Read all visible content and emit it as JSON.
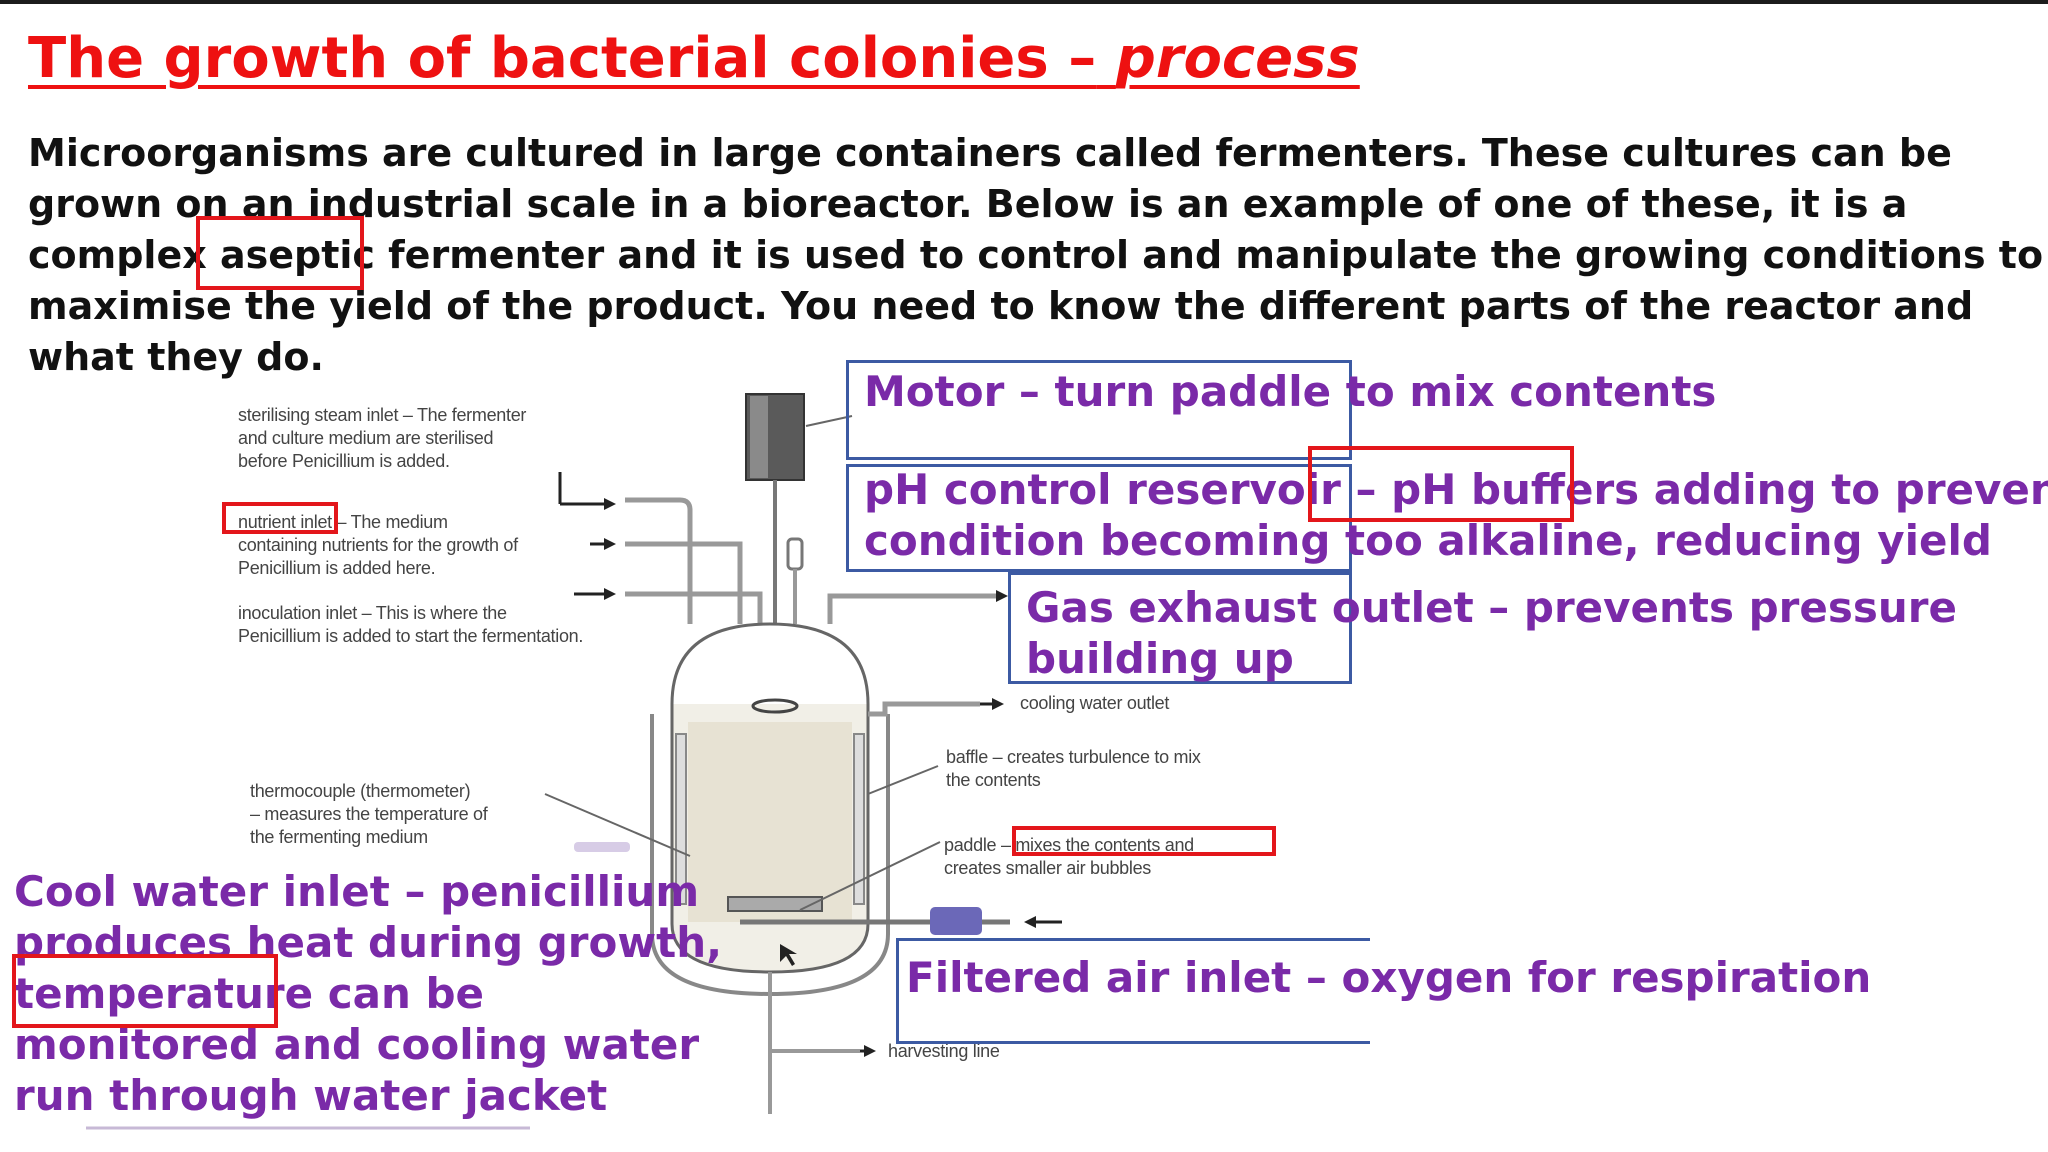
{
  "title": {
    "main": "The growth of bacterial colonies –",
    "emphasis": "process"
  },
  "intro": {
    "line1": "Microorganisms are cultured in large containers called fermenters. These cultures can be",
    "line2": "grown on an industrial scale in a bioreactor. Below is an example of one of these, it is a",
    "line3_before": "complex ",
    "line3_keyword": "aseptic",
    "line3_after": " fermenter and it is used to control and manipulate the growing conditions to",
    "line4": "maximise the yield of the product. You need to know the different parts of the reactor and",
    "line5": "what they do."
  },
  "diagram_labels": {
    "steam_inlet": [
      "sterilising steam inlet – The fermenter",
      "and culture medium are sterilised",
      "before Penicillium is added."
    ],
    "nutrient_inlet": [
      "nutrient inlet – The medium",
      "containing nutrients for the growth of",
      "Penicillium is added here."
    ],
    "inoculation_inlet": [
      "inoculation inlet – This is where the",
      "Penicillium is added to start the fermentation."
    ],
    "thermocouple": [
      "thermocouple (thermometer)",
      "– measures the temperature of",
      "the fermenting medium"
    ],
    "cooling_outlet": "cooling water outlet",
    "baffle": [
      "baffle – creates turbulence to mix",
      "the contents"
    ],
    "paddle": [
      "paddle – mixes the contents and",
      "creates smaller air bubbles"
    ],
    "harvesting": "harvesting line"
  },
  "annotations": {
    "motor": "Motor – turn paddle to mix contents",
    "ph_line1": "pH control reservoir – pH buffers adding to prevent",
    "ph_line2": "condition becoming too alkaline, reducing yield",
    "gas_line1": "Gas exhaust outlet – prevents pressure",
    "gas_line2": "building up",
    "air": "Filtered air inlet – oxygen for respiration",
    "cool_line1": "Cool water inlet – penicillium",
    "cool_line2": "produces heat during growth,",
    "cool_line3": "temperature can be",
    "cool_line4": "monitored and cooling water",
    "cool_line5": "run through water jacket"
  },
  "colors": {
    "title": "#ee1111",
    "annotation": "#7a2aa8",
    "highlight_box": "#e3161b",
    "label_box": "#3c5aa3"
  }
}
